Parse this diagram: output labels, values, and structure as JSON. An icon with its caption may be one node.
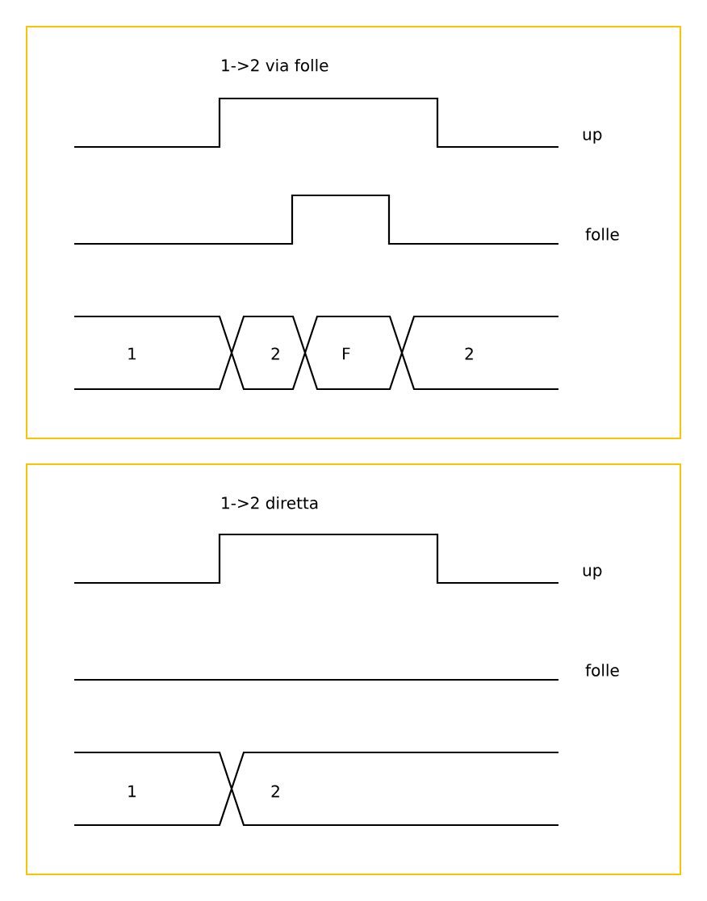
{
  "diagram": {
    "nodes": [
      {
        "text": [
          "1->2 via folle"
        ]
      },
      {
        "text": [
          "1->2 diretta"
        ]
      }
    ],
    "labels": [
      "up",
      "folle",
      "1",
      "2",
      "F",
      "2",
      "up",
      "folle",
      "1",
      "2"
    ]
  }
}
